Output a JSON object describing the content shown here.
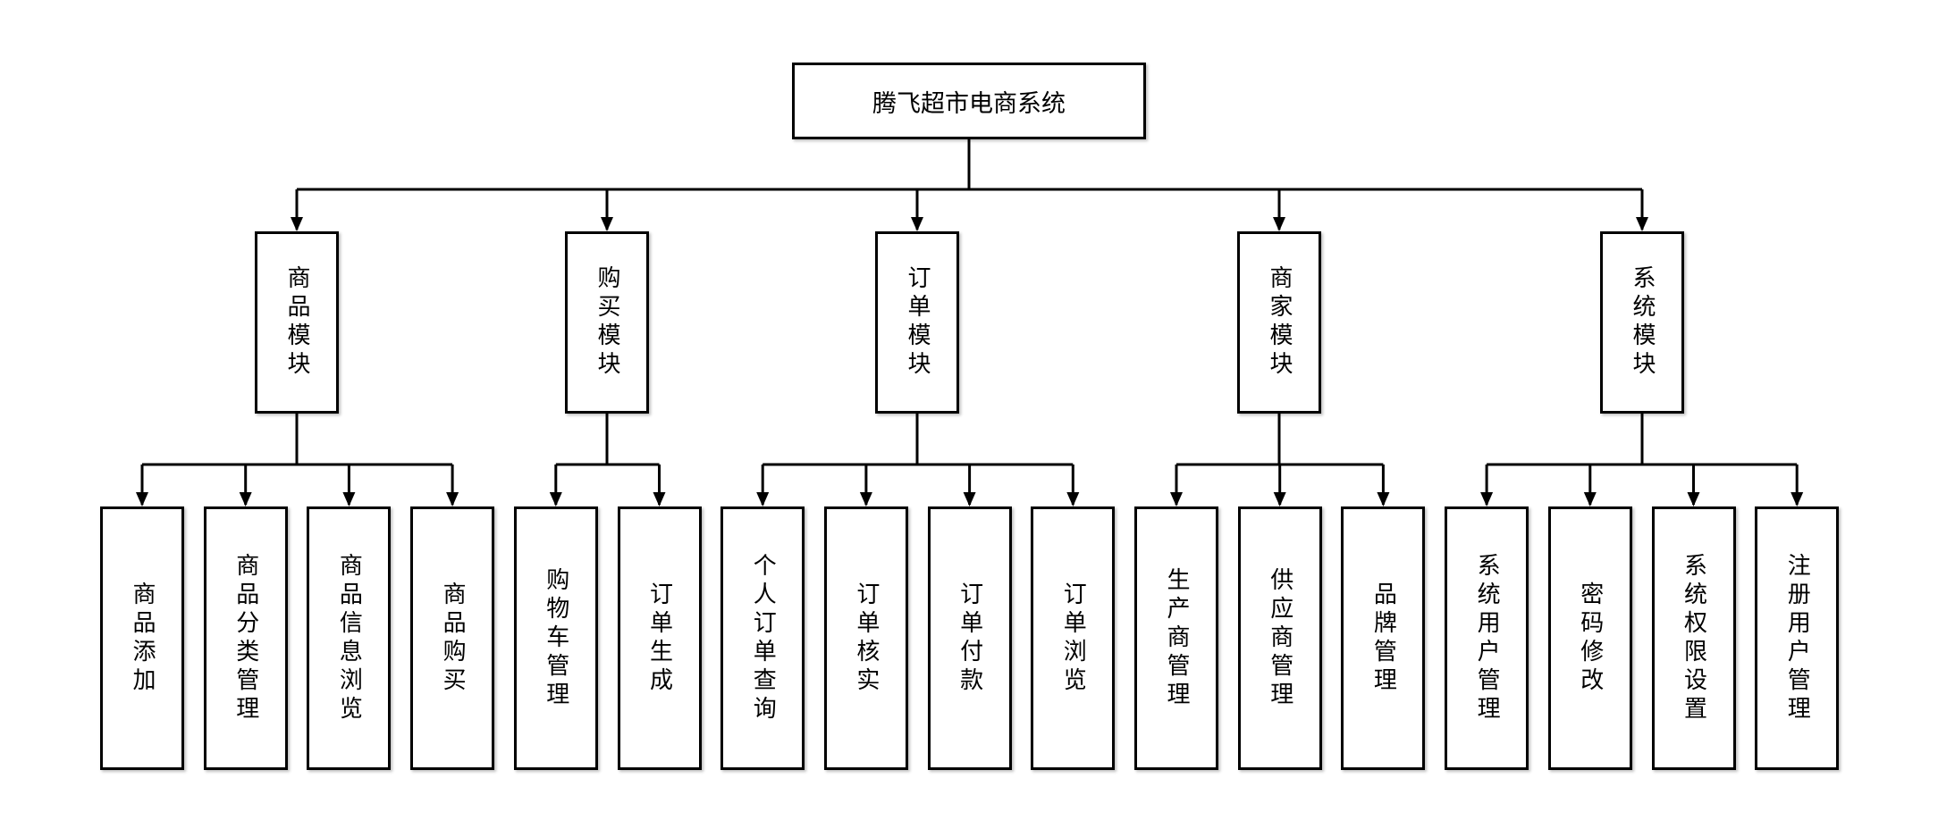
{
  "root": {
    "label": "腾飞超市电商系统"
  },
  "modules": [
    {
      "label": "商品模块",
      "children": [
        "商品添加",
        "商品分类管理",
        "商品信息浏览",
        "商品购买"
      ]
    },
    {
      "label": "购买模块",
      "children": [
        "购物车管理",
        "订单生成"
      ]
    },
    {
      "label": "订单模块",
      "children": [
        "个人订单查询",
        "订单核实",
        "订单付款",
        "订单浏览"
      ]
    },
    {
      "label": "商家模块",
      "children": [
        "生产商管理",
        "供应商管理",
        "品牌管理"
      ]
    },
    {
      "label": "系统模块",
      "children": [
        "系统用户管理",
        "密码修改",
        "系统权限设置",
        "注册用户管理"
      ]
    }
  ],
  "colors": {
    "line": "#000000",
    "box_fill": "#ffffff"
  }
}
